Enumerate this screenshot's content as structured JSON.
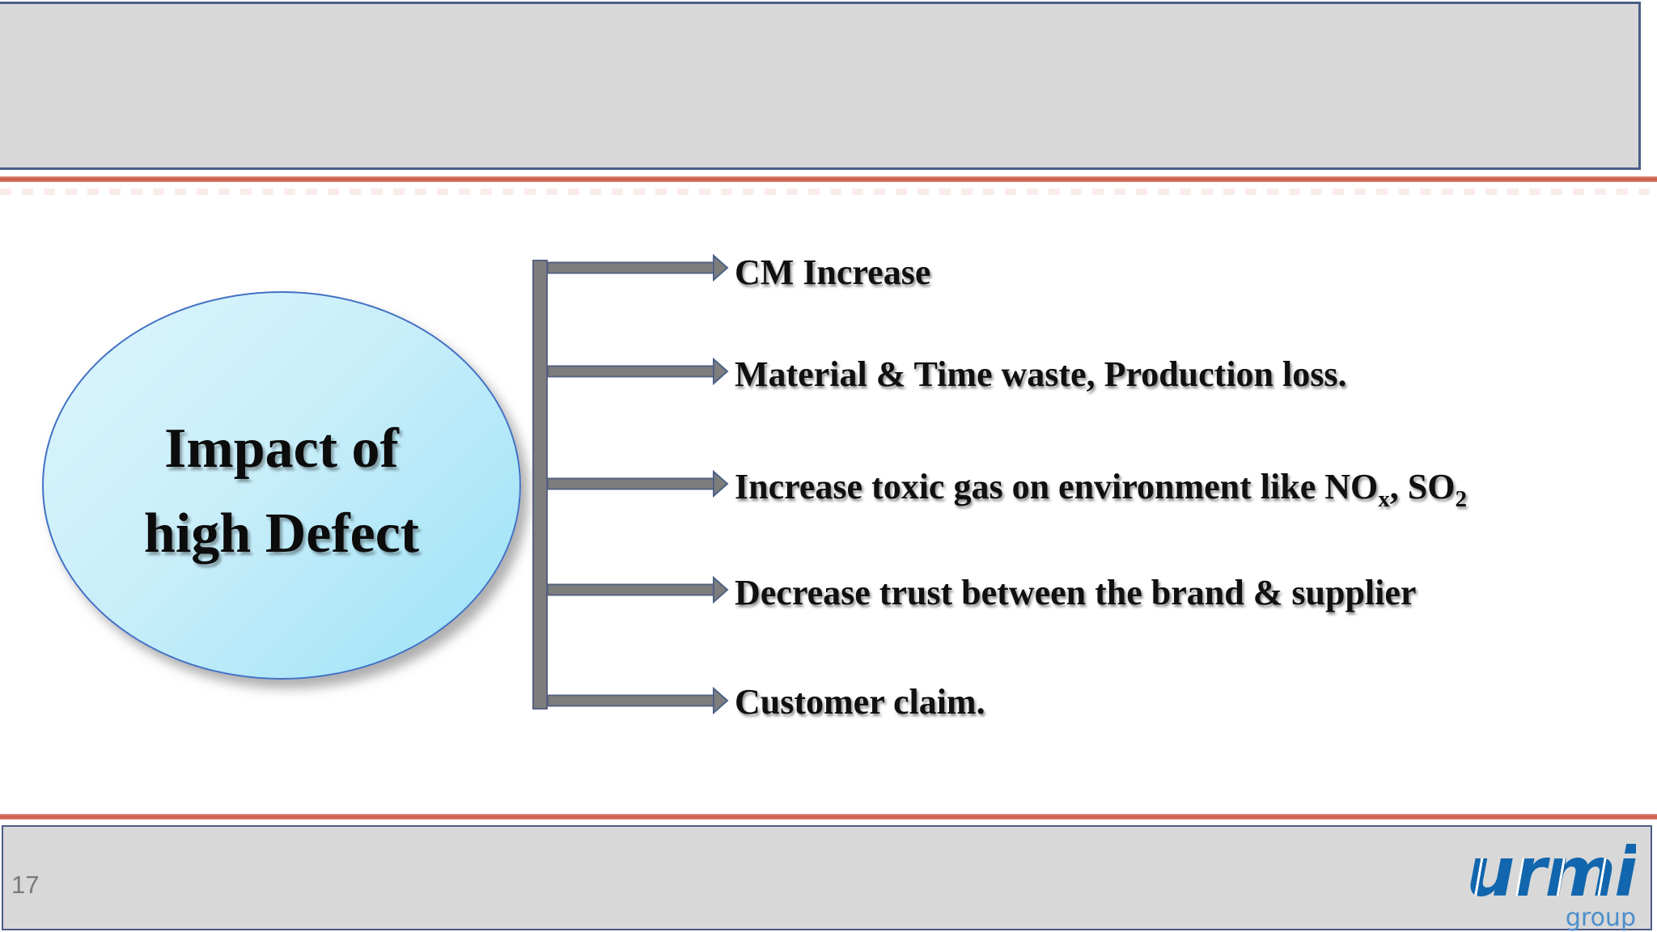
{
  "slide_title": "Impact of high Defect",
  "page_number": "17",
  "ellipse": {
    "line1": "Impact of",
    "line2": "high Defect"
  },
  "impacts": [
    {
      "label": "CM Increase"
    },
    {
      "label": "Material & Time waste, Production loss."
    },
    {
      "pre": "Increase toxic gas on environment like NO",
      "sub1": "x",
      "mid": ", SO",
      "sub2": "2"
    },
    {
      "label": "Decrease trust between the brand & supplier"
    },
    {
      "label": "Customer claim."
    }
  ],
  "logo": {
    "name": "urmi",
    "sub": "group"
  },
  "colors": {
    "accent_red": "#CE6250",
    "box_border_blue": "#4B5C85",
    "bar_gray": "#D8D8D8",
    "arrow_gray": "#7D7D7D",
    "arrow_outline": "#57627F",
    "ellipse_border": "#4371C4",
    "ellipse_fill_light": "#DDF5FD",
    "ellipse_fill_dark": "#9AE2F7",
    "logo_blue": "#1166AD",
    "logo_sub_blue": "#4B8FCB",
    "page_number_gray": "#7A7A7A",
    "text_black": "#101010"
  }
}
